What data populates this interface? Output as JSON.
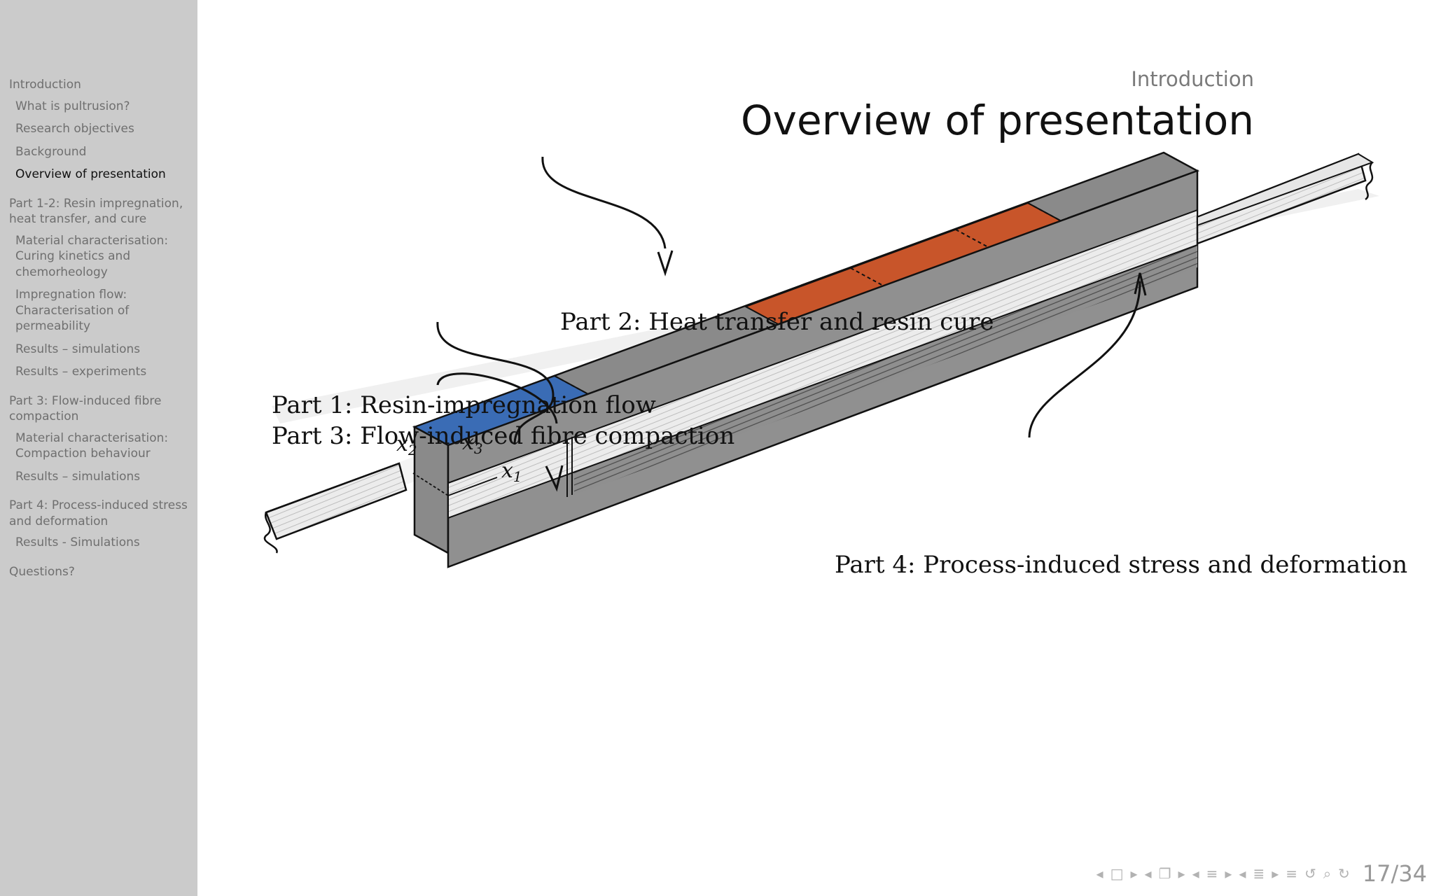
{
  "sidebar": {
    "sections": [
      {
        "label": "Introduction",
        "subsections": [
          {
            "label": "What is pultrusion?",
            "current": false
          },
          {
            "label": "Research objectives",
            "current": false
          },
          {
            "label": "Background",
            "current": false
          },
          {
            "label": "Overview of presentation",
            "current": true
          }
        ]
      },
      {
        "label": "Part 1-2: Resin impregnation, heat transfer, and cure",
        "subsections": [
          {
            "label": "Material characterisation: Curing kinetics and chemorheology",
            "current": false
          },
          {
            "label": "Impregnation flow: Characterisation of permeability",
            "current": false
          },
          {
            "label": "Results – simulations",
            "current": false
          },
          {
            "label": "Results – experiments",
            "current": false
          }
        ]
      },
      {
        "label": "Part 3: Flow-induced fibre compaction",
        "subsections": [
          {
            "label": "Material characterisation: Compaction behaviour",
            "current": false
          },
          {
            "label": "Results – simulations",
            "current": false
          }
        ]
      },
      {
        "label": "Part 4: Process-induced stress and deformation",
        "subsections": [
          {
            "label": "Results - Simulations",
            "current": false
          }
        ]
      },
      {
        "label": "Questions?",
        "subsections": []
      }
    ]
  },
  "header": {
    "section": "Introduction",
    "title": "Overview of presentation"
  },
  "diagram": {
    "labels": {
      "part1": "Part 1: Resin-impregnation flow",
      "part3": "Part 3: Flow-induced fibre compaction",
      "part2": "Part 2: Heat transfer and resin cure",
      "part4": "Part 4: Process-induced stress and deformation"
    },
    "axes": {
      "x1": "x",
      "x1_sub": "1",
      "x2": "x",
      "x2_sub": "2",
      "x3": "x",
      "x3_sub": "3"
    },
    "colors": {
      "impregnation": "#3a6cb5",
      "heating": "#c8552a",
      "die": "#8a8a8a",
      "profile": "#e9e9e9"
    }
  },
  "navigation": {
    "icons": [
      "left-arrow",
      "frame-icon",
      "right-arrow",
      "left-arrow",
      "subsection-icon",
      "right-arrow",
      "left-arrow",
      "section-icon",
      "right-arrow",
      "left-arrow",
      "document-icon",
      "right-arrow",
      "align-icon",
      "undo-icon",
      "search-icon",
      "redo-icon"
    ],
    "page": "17/34"
  }
}
